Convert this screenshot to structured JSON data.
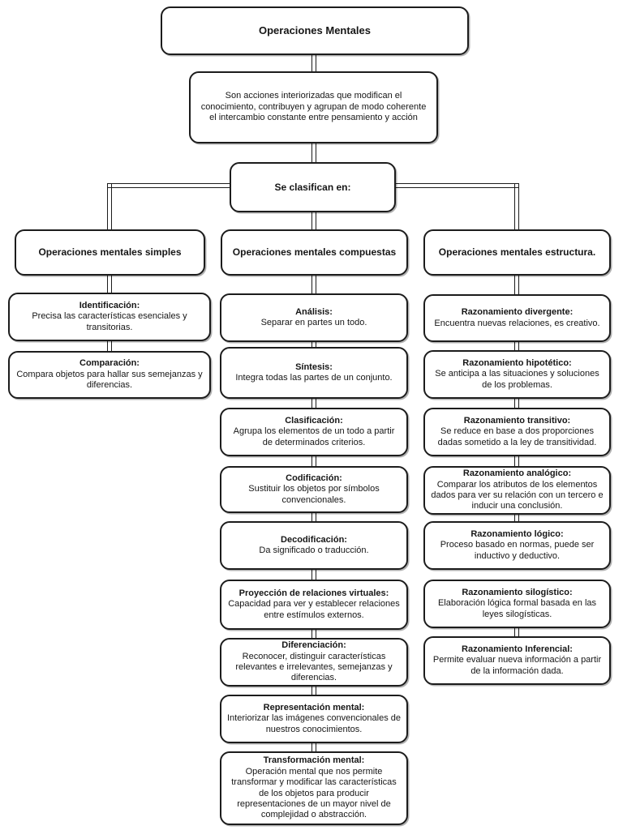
{
  "diagram": {
    "root_title": "Operaciones Mentales",
    "definition": "Son acciones interiorizadas que modifican el conocimiento, contribuyen y agrupan de modo coherente el intercambio constante entre pensamiento y acción",
    "classifier": "Se clasifican en:",
    "columns": [
      {
        "header": "Operaciones mentales simples",
        "items": [
          {
            "title": "Identificación:",
            "desc": "Precisa las características esenciales y transitorias."
          },
          {
            "title": "Comparación:",
            "desc": "Compara objetos para hallar sus semejanzas y diferencias."
          }
        ]
      },
      {
        "header": "Operaciones mentales compuestas",
        "items": [
          {
            "title": "Análisis:",
            "desc": "Separar en partes un todo."
          },
          {
            "title": "Síntesis:",
            "desc": "Integra todas las partes de un conjunto."
          },
          {
            "title": "Clasificación:",
            "desc": "Agrupa los elementos de un todo a partir de determinados criterios."
          },
          {
            "title": "Codificación:",
            "desc": "Sustituir los objetos por símbolos convencionales."
          },
          {
            "title": "Decodificación:",
            "desc": "Da significado o traducción."
          },
          {
            "title": "Proyección de relaciones virtuales:",
            "desc": "Capacidad para ver y establecer relaciones entre estímulos externos."
          },
          {
            "title": "Diferenciación:",
            "desc": "Reconocer, distinguir características relevantes e irrelevantes, semejanzas y diferencias."
          },
          {
            "title": "Representación mental:",
            "desc": "Interiorizar las imágenes convencionales de nuestros conocimientos."
          },
          {
            "title": "Transformación mental:",
            "desc": "Operación mental que nos permite transformar y modificar las características de los objetos para producir representaciones de un mayor nivel de complejidad o abstracción."
          }
        ]
      },
      {
        "header": "Operaciones mentales estructura.",
        "items": [
          {
            "title": "Razonamiento divergente:",
            "desc": "Encuentra nuevas relaciones, es creativo."
          },
          {
            "title": "Razonamiento hipotético:",
            "desc": "Se anticipa a las situaciones y soluciones de los problemas."
          },
          {
            "title": "Razonamiento transitivo:",
            "desc": "Se reduce en base a dos proporciones dadas sometido a la ley de transitividad."
          },
          {
            "title": "Razonamiento analógico:",
            "desc": "Comparar los atributos de los elementos dados para ver su relación con un tercero e inducir una conclusión."
          },
          {
            "title": "Razonamiento lógico:",
            "desc": "Proceso basado en normas, puede ser inductivo y deductivo."
          },
          {
            "title": "Razonamiento silogístico:",
            "desc": "Elaboración lógica formal basada en las leyes silogísticas."
          },
          {
            "title": "Razonamiento Inferencial:",
            "desc": "Permite evaluar nueva información a partir de la información dada."
          }
        ]
      }
    ],
    "colors": {
      "border": "#1c1c1c",
      "background": "#ffffff",
      "text": "#161616"
    }
  }
}
